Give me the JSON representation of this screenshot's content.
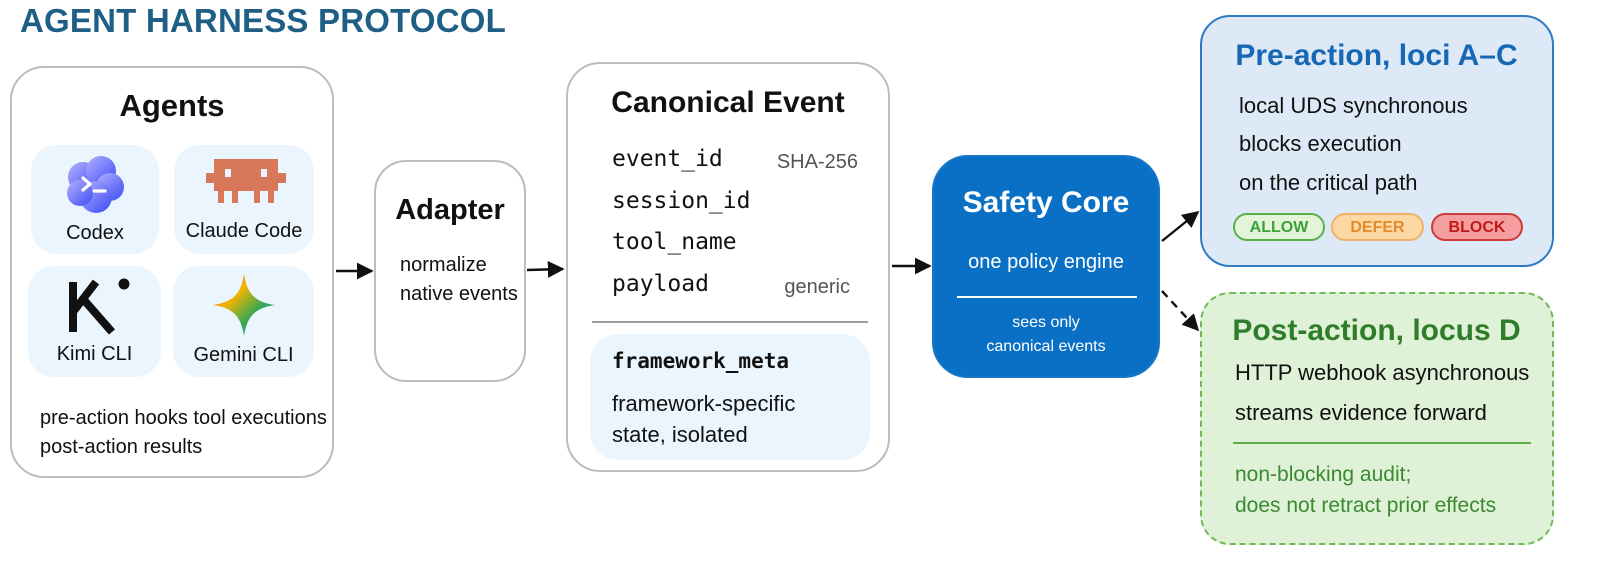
{
  "title": "AGENT HARNESS PROTOCOL",
  "agents": {
    "heading": "Agents",
    "items": [
      {
        "label": "Codex",
        "icon": "codex-cloud-terminal-icon"
      },
      {
        "label": "Claude Code",
        "icon": "claude-code-pixel-icon"
      },
      {
        "label": "Kimi CLI",
        "icon": "kimi-k-icon"
      },
      {
        "label": "Gemini CLI",
        "icon": "gemini-sparkle-icon"
      }
    ],
    "note": "pre-action hooks tool executions post-action results"
  },
  "adapter": {
    "heading": "Adapter",
    "note_line1": "normalize",
    "note_line2": "native events"
  },
  "canonical": {
    "heading": "Canonical Event",
    "fields": [
      {
        "name": "event_id",
        "tag": "SHA-256"
      },
      {
        "name": "session_id",
        "tag": ""
      },
      {
        "name": "tool_name",
        "tag": ""
      },
      {
        "name": "payload",
        "tag": "generic"
      }
    ],
    "meta_title": "framework_meta",
    "meta_line1": "framework-specific",
    "meta_line2": "state, isolated"
  },
  "core": {
    "heading": "Safety Core",
    "subtitle": "one policy engine",
    "note_line1": "sees only",
    "note_line2": "canonical events"
  },
  "pre_action": {
    "heading": "Pre-action, loci A–C",
    "lines": [
      "local UDS synchronous",
      "blocks execution",
      "on the critical path"
    ],
    "decisions": [
      {
        "label": "ALLOW",
        "fg": "#3aa335",
        "bg": "#e3f4d9",
        "border": "#58b04a"
      },
      {
        "label": "DEFER",
        "fg": "#e58a2a",
        "bg": "#fcd9a4",
        "border": "#eeb36a"
      },
      {
        "label": "BLOCK",
        "fg": "#c21818",
        "bg": "#f59ea0",
        "border": "#cf3a3a"
      }
    ]
  },
  "post_action": {
    "heading": "Post-action, locus D",
    "lines": [
      "HTTP webhook asynchronous",
      "streams evidence forward"
    ],
    "note_line1": "non-blocking audit;",
    "note_line2": "does not retract prior effects"
  },
  "colors": {
    "title": "#1f5f86",
    "core_blue": "#0a70c6",
    "pre_accent": "#1668b5",
    "post_accent": "#2f7d2a"
  }
}
